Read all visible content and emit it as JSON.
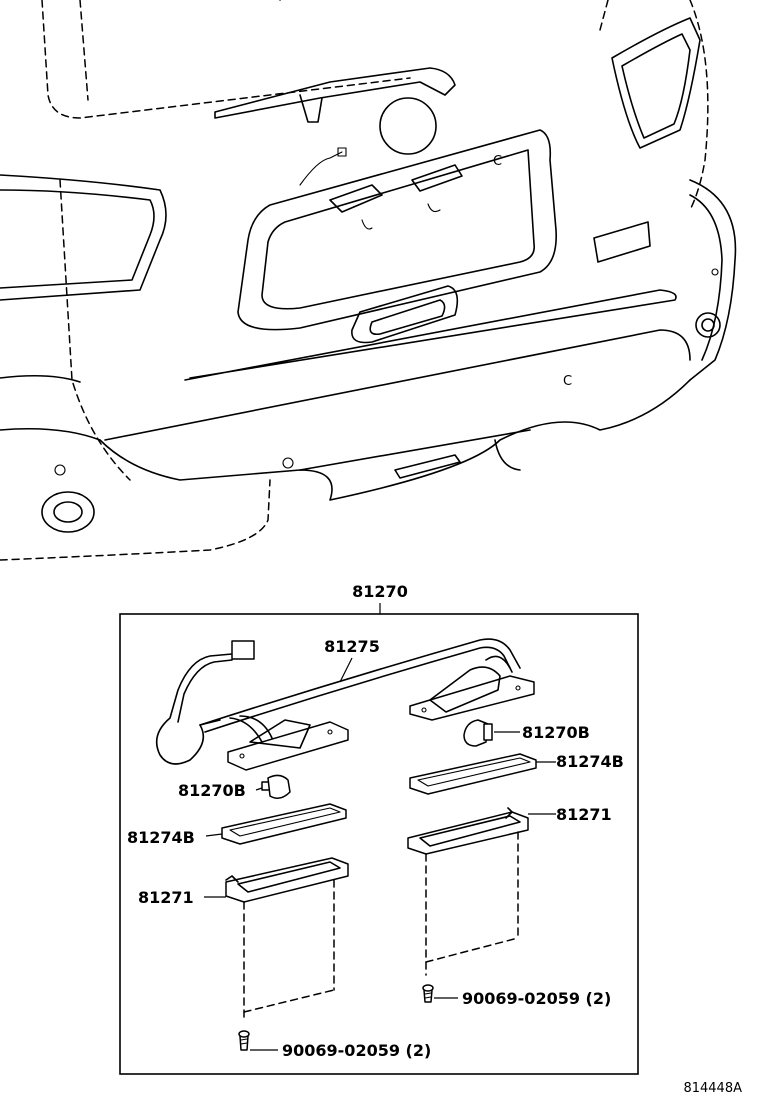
{
  "assembly_label": "81270",
  "parts": {
    "harness": "81275",
    "bulb_left": "81270B",
    "bulb_right": "81270B",
    "lens_left": "81274B",
    "lens_right": "81274B",
    "housing_left": "81271",
    "housing_right": "81271",
    "screw_left": "90069-02059 (2)",
    "screw_right": "90069-02059 (2)"
  },
  "figure_id": "814448A"
}
